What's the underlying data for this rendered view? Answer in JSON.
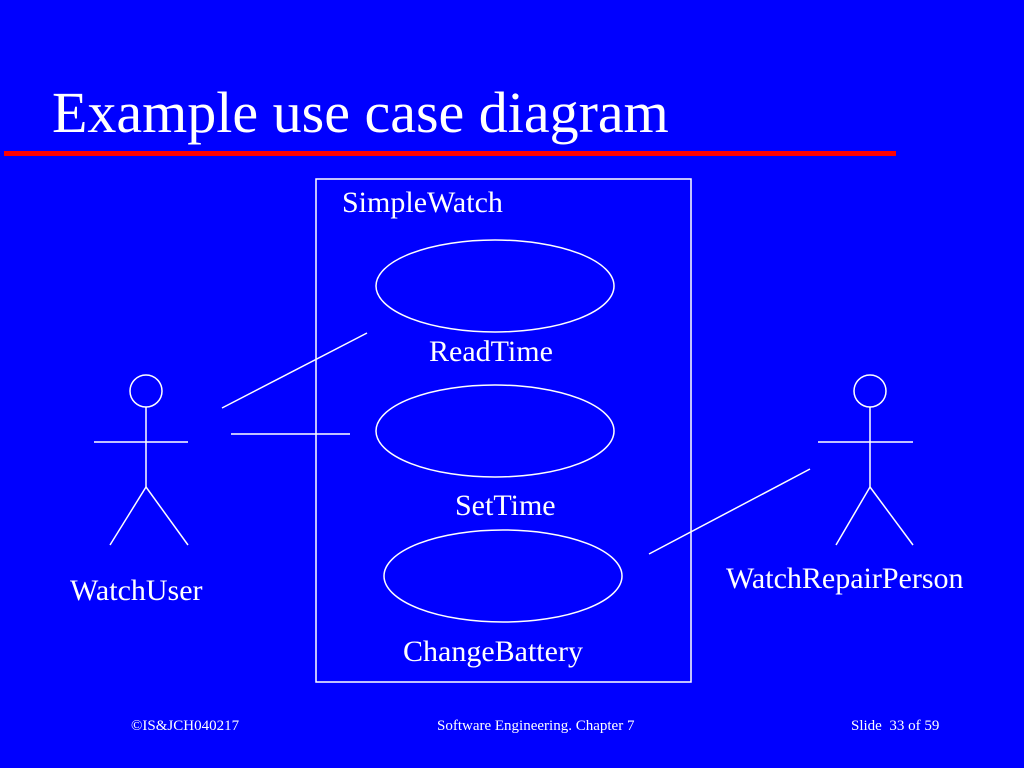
{
  "title": "Example use case diagram",
  "system": {
    "name": "SimpleWatch"
  },
  "use_cases": [
    {
      "label": "ReadTime"
    },
    {
      "label": "SetTime"
    },
    {
      "label": "ChangeBattery"
    }
  ],
  "actors": [
    {
      "label": "WatchUser"
    },
    {
      "label": "WatchRepairPerson"
    }
  ],
  "footer": {
    "copyright": "©IS&JCH040217",
    "course": "Software Engineering. Chapter 7",
    "slide": "Slide  33 of 59"
  },
  "colors": {
    "background": "#0000ff",
    "title_rule": "#ff0000",
    "foreground": "#ffffff"
  }
}
